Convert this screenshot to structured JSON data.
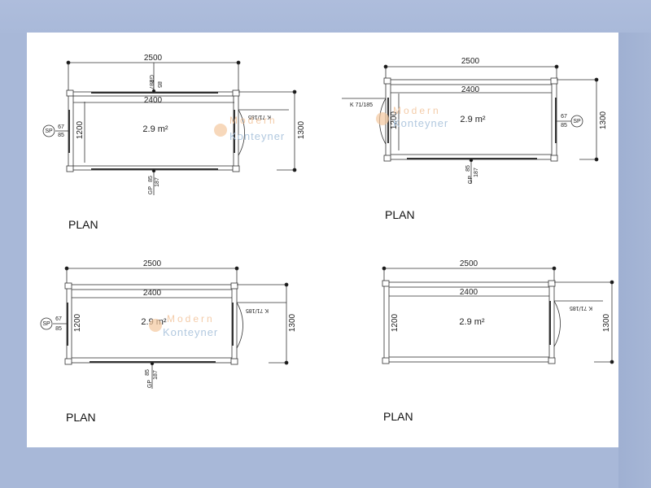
{
  "drawing": {
    "plans": [
      {
        "outer_width": "2500",
        "inner_width": "2400",
        "inner_height": "1200",
        "outer_height": "1300",
        "area": "2.9 m²",
        "plan_label": "PLAN",
        "door_label": "K 71/185",
        "top_window": "GP",
        "top_window_sizes": [
          "187",
          "85"
        ],
        "bottom_window": "GP",
        "bottom_window_sizes": [
          "85",
          "187"
        ],
        "side_window": "SP",
        "side_window_sizes": [
          "67",
          "85"
        ]
      },
      {
        "outer_width": "2500",
        "inner_width": "2400",
        "inner_height": "1200",
        "outer_height": "1300",
        "area": "2.9 m²",
        "plan_label": "PLAN",
        "door_label": "K 71/185",
        "bottom_window": "GP",
        "bottom_window_sizes": [
          "85",
          "187"
        ],
        "side_window": "SP",
        "side_window_sizes": [
          "67",
          "85"
        ]
      },
      {
        "outer_width": "2500",
        "inner_width": "2400",
        "inner_height": "1200",
        "outer_height": "1300",
        "area": "2.9 m²",
        "plan_label": "PLAN",
        "door_label": "K 71/185",
        "bottom_window": "GP",
        "bottom_window_sizes": [
          "85",
          "187"
        ],
        "side_window": "SP",
        "side_window_sizes": [
          "67",
          "85"
        ]
      },
      {
        "outer_width": "2500",
        "inner_width": "2400",
        "inner_height": "1200",
        "outer_height": "1300",
        "area": "2.9 m²",
        "plan_label": "PLAN",
        "door_label": "K 71/185"
      }
    ]
  },
  "watermark": {
    "line1": "Modern",
    "line2": "Konteyner",
    "line1_color": "#f2c39a",
    "line2_color": "#a9c3dc"
  }
}
